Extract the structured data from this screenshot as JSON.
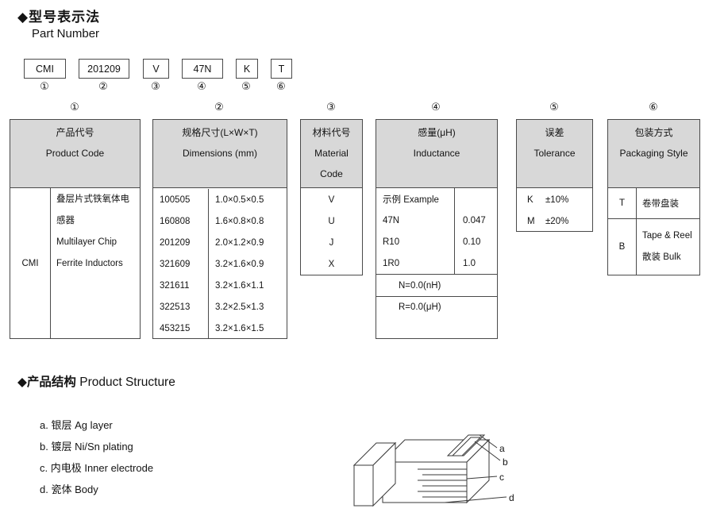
{
  "page": {
    "title_zh": "◆型号表示法",
    "title_en": "Part Number",
    "structure_title_zh": "◆产品结构",
    "structure_title_en": "Product Structure"
  },
  "part_number": {
    "segments": [
      {
        "code": "CMI",
        "marker": "①"
      },
      {
        "code": "201209",
        "marker": "②"
      },
      {
        "code": "V",
        "marker": "③"
      },
      {
        "code": "47N",
        "marker": "④"
      },
      {
        "code": "K",
        "marker": "⑤"
      },
      {
        "code": "T",
        "marker": "⑥"
      }
    ]
  },
  "tables": {
    "markers": [
      "①",
      "②",
      "③",
      "④",
      "⑤",
      "⑥"
    ],
    "product_code": {
      "header_zh": "产品代号",
      "header_en": "Product Code",
      "code": "CMI",
      "desc": [
        "叠层片式铁氧体电",
        "感器",
        "Multilayer Chip",
        "Ferrite Inductors"
      ]
    },
    "dimensions": {
      "header_zh": "规格尺寸(L×W×T)",
      "header_en": "Dimensions (mm)",
      "rows": [
        {
          "code": "100505",
          "size": "1.0×0.5×0.5"
        },
        {
          "code": "160808",
          "size": "1.6×0.8×0.8"
        },
        {
          "code": "201209",
          "size": "2.0×1.2×0.9"
        },
        {
          "code": "321609",
          "size": "3.2×1.6×0.9"
        },
        {
          "code": "321611",
          "size": "3.2×1.6×1.1"
        },
        {
          "code": "322513",
          "size": "3.2×2.5×1.3"
        },
        {
          "code": "453215",
          "size": "3.2×1.6×1.5"
        }
      ]
    },
    "material": {
      "header_lines": [
        "材料代号",
        "Material",
        "Code"
      ],
      "codes": [
        "V",
        "U",
        "J",
        "X"
      ]
    },
    "inductance": {
      "header_zh": "感量(μH)",
      "header_en": "Inductance",
      "example_label": "示例 Example",
      "rows": [
        {
          "code": "47N",
          "value": "0.047"
        },
        {
          "code": "R10",
          "value": "0.10"
        },
        {
          "code": "1R0",
          "value": "1.0"
        }
      ],
      "notes": [
        "N=0.0(nH)",
        "R=0.0(μH)"
      ]
    },
    "tolerance": {
      "header_zh": "误差",
      "header_en": "Tolerance",
      "rows": [
        {
          "code": "K",
          "value": "±10%"
        },
        {
          "code": "M",
          "value": "±20%"
        }
      ]
    },
    "packaging": {
      "header_zh": "包装方式",
      "header_en": "Packaging Style",
      "row1": {
        "code": "T",
        "value": "卷带盘装"
      },
      "row2": {
        "code": "B",
        "line1": "Tape & Reel",
        "line2": "散装 Bulk"
      }
    }
  },
  "structure": {
    "items": [
      "a. 银层 Ag layer",
      "b. 镀层 Ni/Sn plating",
      "c. 内电极 Inner electrode",
      "d. 瓷体 Body"
    ],
    "diagram_labels": [
      "a",
      "b",
      "c",
      "d"
    ]
  },
  "colors": {
    "header_bg": "#d8d8d8",
    "border": "#4a4a4a",
    "text": "#141414"
  }
}
